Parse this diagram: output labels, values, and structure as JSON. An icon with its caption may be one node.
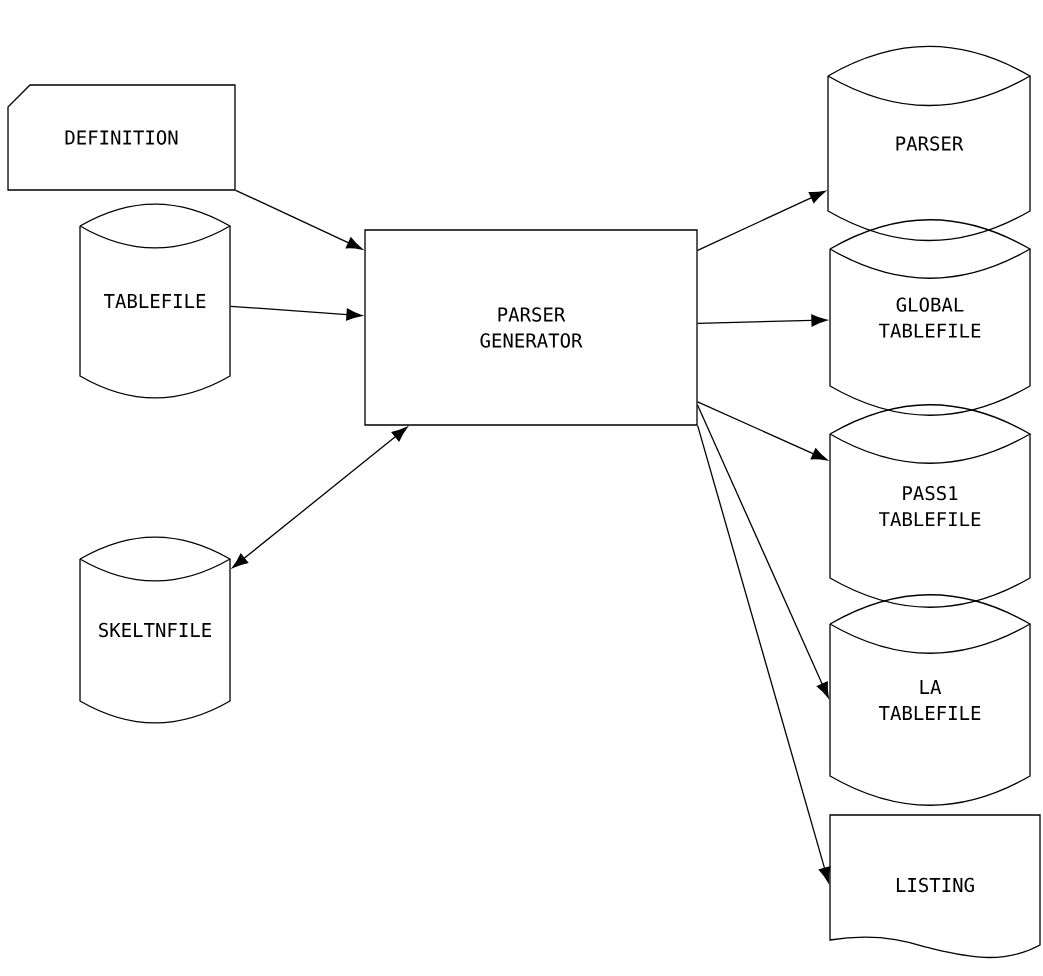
{
  "diagram": {
    "nodes": [
      {
        "text": [
          "DEFINITION"
        ]
      },
      {
        "text": [
          "TABLEFILE"
        ]
      },
      {
        "text": [
          "SKELTNFILE"
        ]
      },
      {
        "text": [
          "PARSER GENERATOR"
        ]
      },
      {
        "text": [
          "PARSER"
        ]
      },
      {
        "text": [
          "GLOBAL TABLEFILE"
        ]
      },
      {
        "text": [
          "PASS1 TABLEFILE"
        ]
      },
      {
        "text": [
          "LA TABLEFILE"
        ]
      },
      {
        "text": [
          "LISTING"
        ]
      }
    ],
    "edges": [
      {
        "from": 0,
        "to": 3,
        "arrow": "to"
      },
      {
        "from": 1,
        "to": 3,
        "arrow": "to"
      },
      {
        "from": 3,
        "to": 2,
        "arrow": "both"
      },
      {
        "from": 3,
        "to": 4,
        "arrow": "to"
      },
      {
        "from": 3,
        "to": 5,
        "arrow": "to"
      },
      {
        "from": 3,
        "to": 6,
        "arrow": "to"
      },
      {
        "from": 3,
        "to": 7,
        "arrow": "to"
      },
      {
        "from": 3,
        "to": 8,
        "arrow": "to"
      }
    ]
  }
}
